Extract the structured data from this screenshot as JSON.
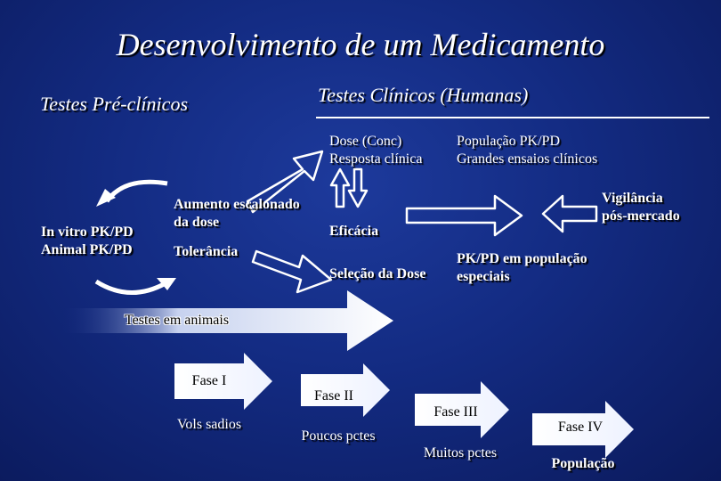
{
  "title": "Desenvolvimento de um Medicamento",
  "headings": {
    "preclinical": "Testes Pré-clínicos",
    "clinical": "Testes Clínicos (Humanas)"
  },
  "labels": {
    "dose_conc": "Dose (Conc)",
    "resposta": "Resposta clínica",
    "populacao_pkpd": "População PK/PD",
    "grandes_ensaios": "Grandes ensaios clínicos",
    "vigilancia": "Vigilância",
    "pos_mercado": "pós-mercado",
    "aumento": "Aumento escalonado",
    "da_dose": "da dose",
    "eficacia": "Eficácia",
    "in_vitro": "In vitro PK/PD",
    "animal": "Animal PK/PD",
    "tolerancia": "Tolerância",
    "selecao": "Seleção da Dose",
    "pkpd_pop": "PK/PD em população",
    "especiais": "especiais",
    "testes_animais": "Testes em animais"
  },
  "phases": [
    {
      "name": "Fase I",
      "sub": "Vols sadios"
    },
    {
      "name": "Fase II",
      "sub": "Poucos pctes"
    },
    {
      "name": "Fase III",
      "sub": "Muitos pctes"
    },
    {
      "name": "Fase IV",
      "sub": "População"
    }
  ],
  "colors": {
    "bg_center": "#1d3a9c",
    "bg_edge": "#0b1a5c",
    "text": "#ffffff",
    "phase_arrow_fill": "#ffffff",
    "phase_text": "#000000",
    "rule": "#ffffff"
  }
}
